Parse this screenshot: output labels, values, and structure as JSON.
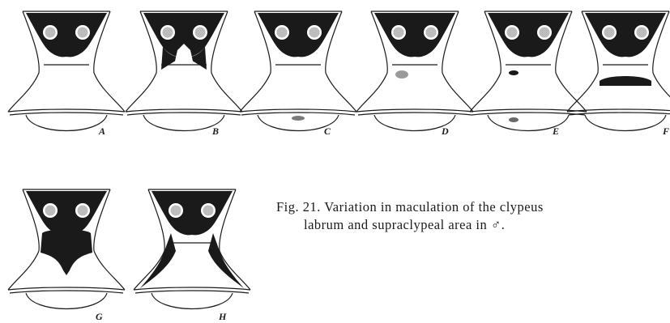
{
  "figure": {
    "panels": [
      {
        "id": "A",
        "label": "A"
      },
      {
        "id": "B",
        "label": "B"
      },
      {
        "id": "C",
        "label": "C"
      },
      {
        "id": "D",
        "label": "D"
      },
      {
        "id": "E",
        "label": "E"
      },
      {
        "id": "F",
        "label": "F"
      },
      {
        "id": "G",
        "label": "G"
      },
      {
        "id": "H",
        "label": "H"
      }
    ]
  },
  "caption": {
    "fig_number": "Fig. 21.",
    "line1": "Variation in maculation of the clypeus",
    "line2": "labrum and supraclypeal area in",
    "male_symbol": "♂",
    "end": "."
  }
}
